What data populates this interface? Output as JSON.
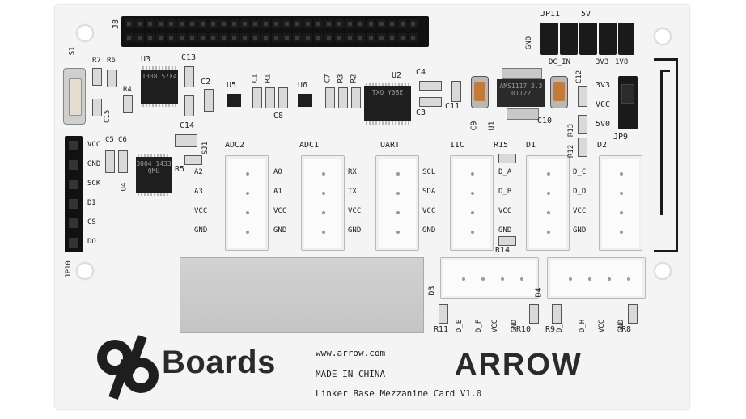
{
  "brand": {
    "logo_96": "96",
    "boards": "Boards",
    "url": "www.arrow.com",
    "made_in": "MADE IN CHINA",
    "card_name": "Linker Base Mezzanine Card V1.0",
    "arrow_logo": "ARROW"
  },
  "headers": {
    "j8": "J8",
    "jp11": "JP11",
    "jp11_5v": "5V",
    "jp11_gnd": "GND",
    "jp11_dcin": "DC_IN",
    "jp11_3v3": "3V3",
    "jp11_1v8": "1V8",
    "jp9": "JP9",
    "jp9_3v3": "3V3",
    "jp9_vcc": "VCC",
    "jp9_5v0": "5V0",
    "jp10": "JP10",
    "jp10_pins": [
      "VCC",
      "GND",
      "SCK",
      "DI",
      "CS",
      "DO"
    ]
  },
  "components": {
    "s1": "S1",
    "r7": "R7",
    "r6": "R6",
    "c15": "C15",
    "r4": "R4",
    "u3": "U3",
    "u3_marking": "1338 57X4",
    "c13": "C13",
    "c2": "C2",
    "u5": "U5",
    "c1": "C1",
    "r1": "R1",
    "c8": "C8",
    "u6": "U6",
    "c7": "C7",
    "r3": "R3",
    "r2": "R2",
    "u2": "U2",
    "u2_marking": "TXQ Y08E",
    "c4": "C4",
    "c3": "C3",
    "c11": "C11",
    "c9": "C9",
    "u1": "U1",
    "u1_marking": "AMS1117 3.3 01122",
    "c10": "C10",
    "c12": "C12",
    "c14": "C14",
    "sj1": "SJ1",
    "c5": "C5",
    "c6": "C6",
    "r5": "R5",
    "u4": "U4",
    "u4_marking": "3004 1433 QMU",
    "r13": "R13",
    "r12": "R12",
    "r15": "R15",
    "r14": "R14",
    "r11": "R11",
    "r10": "R10",
    "r9": "R9",
    "r8": "R8"
  },
  "connectors": [
    {
      "name": "ADC2",
      "left_pins": [
        "A2",
        "A3",
        "VCC",
        "GND"
      ]
    },
    {
      "name": "ADC1",
      "left_pins": [
        "A0",
        "A1",
        "VCC",
        "GND"
      ]
    },
    {
      "name": "UART",
      "left_pins": [
        "RX",
        "TX",
        "VCC",
        "GND"
      ]
    },
    {
      "name": "IIC",
      "left_pins": [
        "SCL",
        "SDA",
        "VCC",
        "GND"
      ]
    },
    {
      "name": "D1",
      "left_pins": [
        "D_A",
        "D_B",
        "VCC",
        "GND"
      ]
    },
    {
      "name": "D2",
      "left_pins": [
        "D_C",
        "D_D",
        "VCC",
        "GND"
      ]
    }
  ],
  "bottom_connectors": [
    {
      "name": "D3",
      "pins": [
        "D_E",
        "D_F",
        "VCC",
        "GND"
      ]
    },
    {
      "name": "D4",
      "pins": [
        "D_G",
        "D_H",
        "VCC",
        "GND"
      ]
    }
  ]
}
